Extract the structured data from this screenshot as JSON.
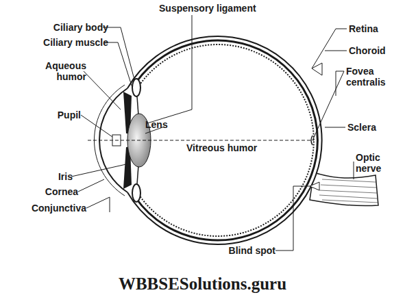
{
  "diagram": {
    "labels": [
      "Suspensory ligament",
      "Ciliary body",
      "Ciliary muscle",
      "Aqueous humor",
      "Pupil",
      "Lens",
      "Vitreous humor",
      "Iris",
      "Cornea",
      "Conjunctiva",
      "Retina",
      "Choroid",
      "Fovea centralis",
      "Sclera",
      "Optic nerve",
      "Blind spot",
      "WBBSESolutions.guru"
    ]
  }
}
